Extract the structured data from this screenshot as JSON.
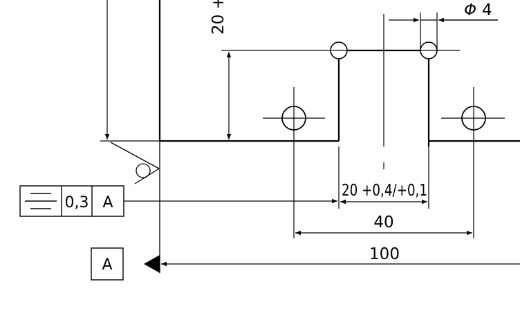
{
  "drawing": {
    "dimensions": {
      "top_vertical": "20 +",
      "diameter_symbol": "Φ",
      "diameter_value": "4",
      "slot_width": "20 +0,4/+0,1",
      "hole_spacing": "40",
      "overall": "100"
    },
    "tolerance_frame": {
      "symbol": "symmetry-icon",
      "value": "0,3",
      "datum": "A"
    },
    "datum_label": "A"
  }
}
